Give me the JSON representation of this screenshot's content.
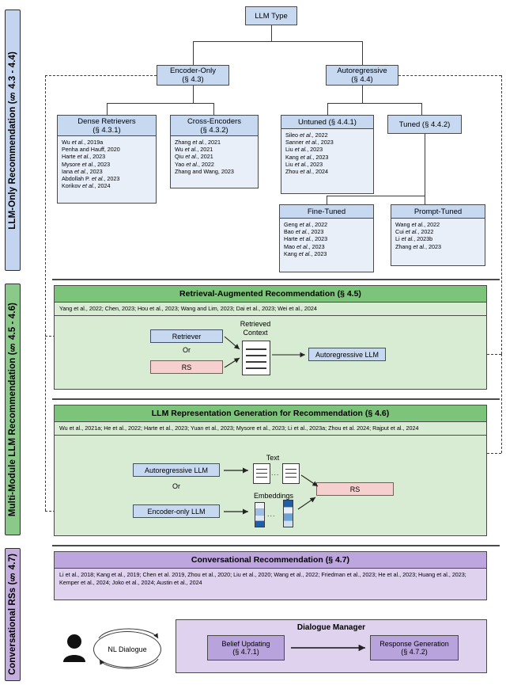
{
  "sidebar": {
    "rails": [
      {
        "id": "llm-only",
        "label": "LLM-Only Recommendation (§ 4.3 - 4.4)",
        "color": "#c2d4ef"
      },
      {
        "id": "multi-module",
        "label": "Multi-Module LLM Recommendation (§ 4.5 - 4.6)",
        "color": "#8bc98a"
      },
      {
        "id": "conversational",
        "label": "Conversational RSs (§ 4.7)",
        "color": "#c3aedd"
      }
    ]
  },
  "tree": {
    "root": {
      "label": "LLM Type"
    },
    "branches": [
      {
        "id": "encoder-only",
        "line1": "Encoder-Only",
        "line2": "(§ 4.3)"
      },
      {
        "id": "autoregressive",
        "line1": "Autoregressive",
        "line2": "(§ 4.4)"
      }
    ],
    "leaves": [
      {
        "id": "dense-retrievers",
        "line1": "Dense Retrievers",
        "line2": "(§ 4.3.1)",
        "citations": [
          {
            "a": "Wu ",
            "b": "et al.",
            "c": ", 2019a"
          },
          {
            "a": "Penha and Hauff, 2020",
            "b": "",
            "c": ""
          },
          {
            "a": "Harte ",
            "b": "et al.",
            "c": ", 2023"
          },
          {
            "a": "Mysore ",
            "b": "et al.",
            "c": ", 2023"
          },
          {
            "a": "Iana ",
            "b": "et al.",
            "c": ", 2023"
          },
          {
            "a": "Abdollah P. ",
            "b": "et al.",
            "c": ", 2023"
          },
          {
            "a": "Korikov ",
            "b": "et al.",
            "c": ", 2024"
          }
        ]
      },
      {
        "id": "cross-encoders",
        "line1": "Cross-Encoders",
        "line2": "(§ 4.3.2)",
        "citations": [
          {
            "a": "Zhang ",
            "b": "et al.",
            "c": ", 2021"
          },
          {
            "a": "Wu ",
            "b": "et al.",
            "c": ", 2021"
          },
          {
            "a": "Qiu ",
            "b": "et al.",
            "c": ", 2021"
          },
          {
            "a": "Yao ",
            "b": "et al.",
            "c": ", 2022"
          },
          {
            "a": "Zhang and Wang, 2023",
            "b": "",
            "c": ""
          }
        ]
      },
      {
        "id": "untuned",
        "line1": "Untuned (§ 4.4.1)",
        "line2": "",
        "citations": [
          {
            "a": "Sileo ",
            "b": "et al.",
            "c": ", 2022"
          },
          {
            "a": "Sanner ",
            "b": "et al.",
            "c": ", 2023"
          },
          {
            "a": "Liu ",
            "b": "et al.",
            "c": ", 2023"
          },
          {
            "a": "Kang ",
            "b": "et al.",
            "c": ", 2023"
          },
          {
            "a": "Liu ",
            "b": "et al.",
            "c": ", 2023"
          },
          {
            "a": "Zhou ",
            "b": "et al.",
            "c": ", 2024"
          }
        ]
      },
      {
        "id": "fine-tuned",
        "line1": "Fine-Tuned",
        "line2": "",
        "citations": [
          {
            "a": "Geng ",
            "b": "et al.",
            "c": ", 2022"
          },
          {
            "a": "Bao ",
            "b": "et al.",
            "c": ", 2023"
          },
          {
            "a": "Harte ",
            "b": "et al.",
            "c": ", 2023"
          },
          {
            "a": "Mao ",
            "b": "et al.",
            "c": ", 2023"
          },
          {
            "a": "Kang ",
            "b": "et al.",
            "c": ", 2023"
          }
        ]
      },
      {
        "id": "prompt-tuned",
        "line1": "Prompt-Tuned",
        "line2": "",
        "citations": [
          {
            "a": "Wang ",
            "b": "et al.",
            "c": ", 2022"
          },
          {
            "a": "Cui ",
            "b": "et al.",
            "c": ", 2022"
          },
          {
            "a": "Li ",
            "b": "et al.",
            "c": ", 2023b"
          },
          {
            "a": "Zhang ",
            "b": "et al.",
            "c": ", 2023"
          }
        ]
      }
    ],
    "tuned": {
      "label": "Tuned (§ 4.4.2)"
    }
  },
  "rag": {
    "title": "Retrieval-Augmented Recommendation (§ 4.5)",
    "citations": "Yang et al., 2022; Chen, 2023; Hou et al., 2023; Wang and Lim, 2023; Dai et al., 2023; Wei et al., 2024",
    "retriever_label": "Retriever",
    "or_label": "Or",
    "rs_label": "RS",
    "context_line1": "Retrieved",
    "context_line2": "Context",
    "llm_label": "Autoregressive LLM"
  },
  "repgen": {
    "title": "LLM Representation Generation for Recommendation (§ 4.6)",
    "citations": "Wu et al., 2021a; He et al., 2022; Harte et al., 2023; Yuan et al., 2023; Mysore et al., 2023; Li et al., 2023a; Zhou et al. 2024; Rajput et al., 2024",
    "ar_llm_label": "Autoregressive LLM",
    "or_label": "Or",
    "enc_llm_label": "Encoder-only LLM",
    "text_label": "Text",
    "embeddings_label": "Embeddings",
    "rs_label": "RS",
    "ellipsis": "..."
  },
  "conversational": {
    "title": "Conversational Recommendation (§ 4.7)",
    "citations_line1": "Li et al., 2018; Kang et al., 2019; Chen et al. 2019,  Zhou et al., 2020; Liu et al., 2020; Wang et al., 2022; Friedman et al., 2023; He et al.,",
    "citations_line2": "2023; Huang et al., 2023; Kemper et al., 2024; Joko et al., 2024; Austin et al., 2024",
    "dialogue_label": "NL Dialogue",
    "manager_title": "Dialogue Manager",
    "belief_line1": "Belief Updating",
    "belief_line2": "(§ 4.7.1)",
    "response_line1": "Response Generation",
    "response_line2": "(§ 4.7.2)"
  }
}
